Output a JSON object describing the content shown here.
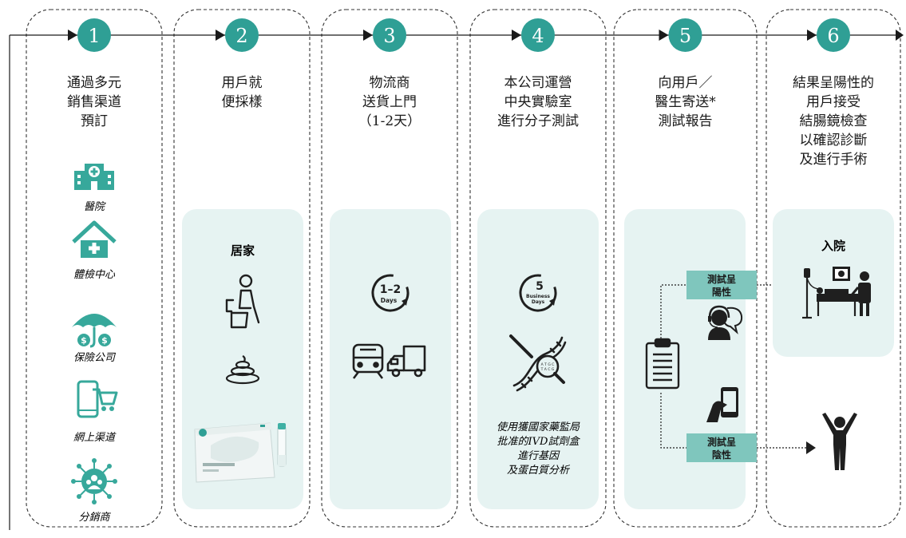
{
  "colors": {
    "accent": "#2f9f95",
    "panel": "#e6f3f2",
    "tag": "#7fc6bd",
    "icon": "#1f1f1f",
    "icon_teal": "#37a89b"
  },
  "steps": [
    {
      "number": "1",
      "title": [
        "通過多元",
        "銷售渠道",
        "預訂"
      ]
    },
    {
      "number": "2",
      "title": [
        "用戶就",
        "便採樣"
      ]
    },
    {
      "number": "3",
      "title": [
        "物流商",
        "送貨上門",
        "（1-2天）"
      ]
    },
    {
      "number": "4",
      "title": [
        "本公司運營",
        "中央實驗室",
        "進行分子測試"
      ]
    },
    {
      "number": "5",
      "title": [
        "向用戶／",
        "醫生寄送*",
        "測試報告"
      ]
    },
    {
      "number": "6",
      "title": [
        "結果呈陽性的",
        "用戶接受",
        "結腸鏡檢查",
        "以確認診斷",
        "及進行手術"
      ]
    }
  ],
  "channels": [
    {
      "label": "醫院",
      "icon": "hospital-icon"
    },
    {
      "label": "體檢中心",
      "icon": "health-center-icon"
    },
    {
      "label": "保險公司",
      "icon": "insurance-umbrella-icon"
    },
    {
      "label": "網上渠道",
      "icon": "online-shop-icon"
    },
    {
      "label": "分銷商",
      "icon": "distributor-network-icon"
    }
  ],
  "step2": {
    "panel_label": "居家",
    "icons": [
      "toilet-person-icon",
      "stool-icon",
      "test-kit-box-image"
    ]
  },
  "step3": {
    "icons": [
      "days-1-2-icon",
      "train-icon",
      "truck-icon"
    ],
    "days_badge": "1–2",
    "days_word": "Days"
  },
  "step4": {
    "icons": [
      "business-days-5-icon",
      "dna-analysis-icon"
    ],
    "badge_number": "5",
    "badge_text": [
      "Business",
      "Days"
    ],
    "note": [
      "使用獲國家藥監局",
      "批准的IVD試劑盒",
      "進行基因",
      "及蛋白質分析"
    ]
  },
  "step5": {
    "icons": [
      "clipboard-report-icon",
      "call-center-icon",
      "smartphone-icon"
    ],
    "positive_tag": [
      "測試呈",
      "陽性"
    ],
    "negative_tag": [
      "測試呈",
      "陰性"
    ]
  },
  "step6": {
    "panel_label": "入院",
    "icons": [
      "hospital-bed-icon",
      "healthy-person-icon"
    ]
  }
}
